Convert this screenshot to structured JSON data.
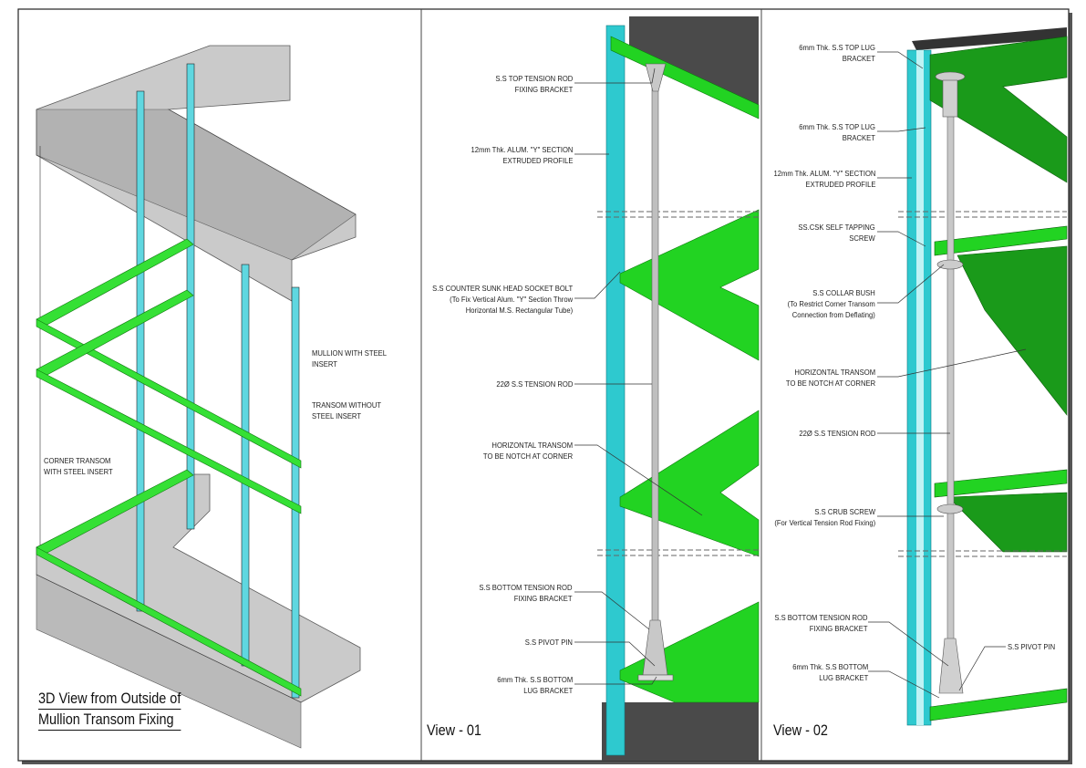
{
  "panel_3d": {
    "title_line1": "3D View from Outside of",
    "title_line2": "Mullion Transom Fixing",
    "labels": {
      "mullion_l1": "MULLION WITH STEEL",
      "mullion_l2": "INSERT",
      "transom_l1": "TRANSOM WITHOUT",
      "transom_l2": "STEEL INSERT",
      "corner_l1": "CORNER TRANSOM",
      "corner_l2": "WITH STEEL INSERT"
    }
  },
  "view_01": {
    "title": "View - 01",
    "labels": {
      "top_bracket_l1": "S.S TOP TENSION ROD",
      "top_bracket_l2": "FIXING BRACKET",
      "profile_l1": "12mm Thk. ALUM. \"Y\" SECTION",
      "profile_l2": "EXTRUDED PROFILE",
      "bolt_l1": "S.S COUNTER SUNK HEAD SOCKET BOLT",
      "bolt_l2": "(To Fix Vertical Alum. \"Y\" Section Throw",
      "bolt_l3": "Horizontal M.S. Rectangular Tube)",
      "rod": "22Ø S.S TENSION ROD",
      "transom_l1": "HORIZONTAL TRANSOM",
      "transom_l2": "TO BE NOTCH AT CORNER",
      "bottom_bracket_l1": "S.S BOTTOM TENSION ROD",
      "bottom_bracket_l2": "FIXING BRACKET",
      "pivot": "S.S PIVOT PIN",
      "lug_l1": "6mm Thk. S.S BOTTOM",
      "lug_l2": "LUG BRACKET"
    }
  },
  "view_02": {
    "title": "View - 02",
    "labels": {
      "top_lug1_l1": "6mm Thk. S.S TOP LUG",
      "top_lug1_l2": "BRACKET",
      "top_lug2_l1": "6mm Thk. S.S TOP LUG",
      "top_lug2_l2": "BRACKET",
      "profile_l1": "12mm Thk. ALUM. \"Y\" SECTION",
      "profile_l2": "EXTRUDED PROFILE",
      "screw_l1": "SS.CSK SELF TAPPING",
      "screw_l2": "SCREW",
      "collar_l1": "S.S COLLAR BUSH",
      "collar_l2": "(To Restrict Corner Transom",
      "collar_l3": "Connection from Deflating)",
      "transom_l1": "HORIZONTAL TRANSOM",
      "transom_l2": "TO BE NOTCH AT CORNER",
      "rod": "22Ø S.S TENSION ROD",
      "crub_l1": "S.S CRUB SCREW",
      "crub_l2": "(For Vertical Tension Rod Fixing)",
      "bottom_bracket_l1": "S.S BOTTOM TENSION ROD",
      "bottom_bracket_l2": "FIXING BRACKET",
      "pivot": "S.S PIVOT PIN",
      "lug_l1": "6mm Thk. S.S BOTTOM",
      "lug_l2": "LUG BRACKET"
    }
  },
  "colors": {
    "green": "#22d322",
    "dark_green": "#1a8a1a",
    "cyan": "#2ec9cf",
    "concrete": "#9a9a9a",
    "dark": "#4a4a4a"
  }
}
